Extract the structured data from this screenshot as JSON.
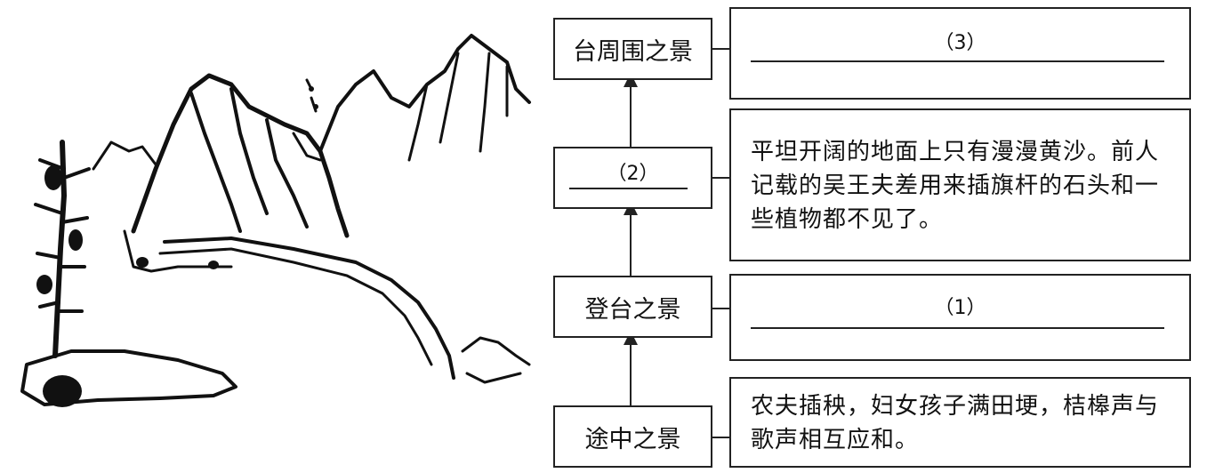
{
  "labels": {
    "surroundings": "台周围之景",
    "platform_view_blank": "（2）",
    "ascending": "登台之景",
    "en_route": "途中之景"
  },
  "descriptions": {
    "surroundings_blank": "（3）",
    "platform_view": "平坦开阔的地面上只有漫漫黄沙。前人记载的吴王夫差用来插旗杆的石头和一些植物都不见了。",
    "ascending_blank": "（1）",
    "en_route": "农夫插秧，妇女孩子满田埂，桔槔声与歌声相互应和。"
  }
}
